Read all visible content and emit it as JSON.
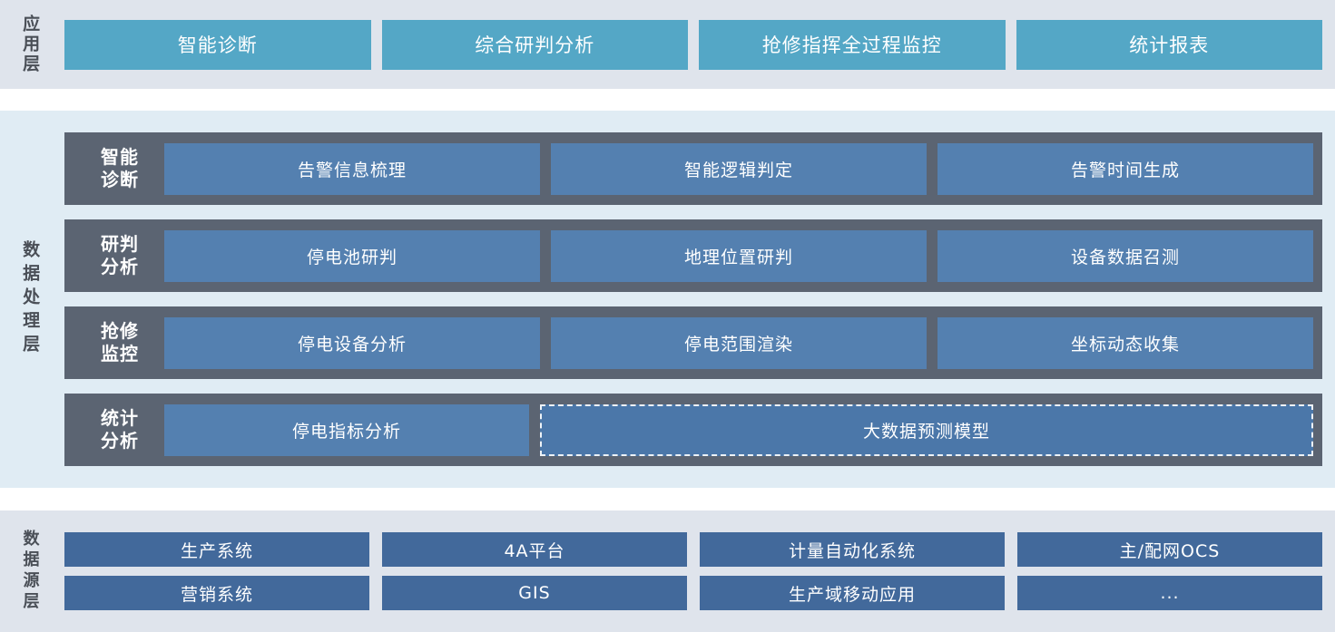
{
  "layers": {
    "application": {
      "label": "应用层",
      "cards": [
        {
          "label": "智能诊断"
        },
        {
          "label": "综合研判分析"
        },
        {
          "label": "抢修指挥全过程监控"
        },
        {
          "label": "统计报表"
        }
      ]
    },
    "processing": {
      "label": "数据处理层",
      "rows": [
        {
          "label": "智能\n诊断",
          "label_line1": "智能",
          "label_line2": "诊断",
          "cells": [
            {
              "label": "告警信息梳理",
              "dashed": false
            },
            {
              "label": "智能逻辑判定",
              "dashed": false
            },
            {
              "label": "告警时间生成",
              "dashed": false
            }
          ]
        },
        {
          "label_line1": "研判",
          "label_line2": "分析",
          "cells": [
            {
              "label": "停电池研判",
              "dashed": false
            },
            {
              "label": "地理位置研判",
              "dashed": false
            },
            {
              "label": "设备数据召测",
              "dashed": false
            }
          ]
        },
        {
          "label_line1": "抢修",
          "label_line2": "监控",
          "cells": [
            {
              "label": "停电设备分析",
              "dashed": false
            },
            {
              "label": "停电范围渲染",
              "dashed": false
            },
            {
              "label": "坐标动态收集",
              "dashed": false
            }
          ]
        },
        {
          "label_line1": "统计",
          "label_line2": "分析",
          "cells": [
            {
              "label": "停电指标分析",
              "dashed": false
            },
            {
              "label": "大数据预测模型",
              "dashed": true
            }
          ]
        }
      ]
    },
    "source": {
      "label": "数据源层",
      "rows": [
        [
          {
            "label": "生产系统"
          },
          {
            "label": "4A平台"
          },
          {
            "label": "计量自动化系统"
          },
          {
            "label": "主/配网OCS"
          }
        ],
        [
          {
            "label": "营销系统"
          },
          {
            "label": "GIS"
          },
          {
            "label": "生产域移动应用"
          },
          {
            "label": "..."
          }
        ]
      ]
    }
  },
  "colors": {
    "application_band": "#dfe4ec",
    "application_card": "#54a7c6",
    "processing_band": "#e0ecf4",
    "processing_row": "#5b6472",
    "processing_cell": "#5480b0",
    "processing_cell_dashed": "#4b77a9",
    "source_band": "#dfe4ec",
    "source_cell": "#42699b",
    "label_text": "#4a4f57",
    "cell_text": "#ffffff"
  }
}
